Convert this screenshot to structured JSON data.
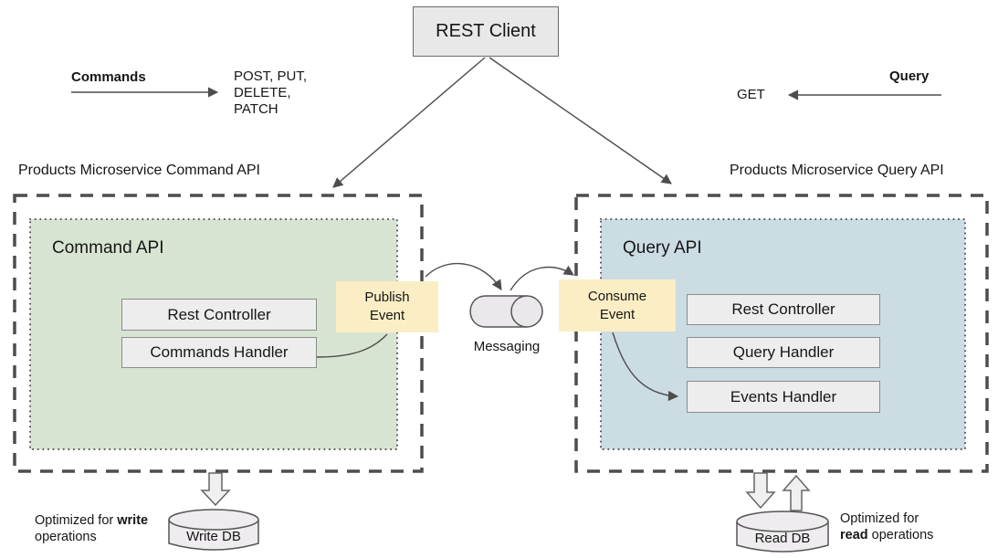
{
  "rest_client": {
    "label": "REST Client"
  },
  "flows": {
    "commands": {
      "label": "Commands",
      "methods": "POST, PUT,\nDELETE,\nPATCH"
    },
    "query": {
      "label": "Query",
      "method": "GET"
    }
  },
  "command_side": {
    "title": "Products Microservice Command API",
    "api_label": "Command API",
    "rest_controller": "Rest Controller",
    "commands_handler": "Commands Handler",
    "publish_event": "Publish\nEvent",
    "db_label": "Write DB",
    "note": {
      "prefix": "Optimized for ",
      "bold": "write",
      "suffix": "\noperations"
    }
  },
  "messaging": {
    "label": "Messaging"
  },
  "query_side": {
    "title": "Products Microservice Query API",
    "api_label": "Query API",
    "consume_event": "Consume\nEvent",
    "rest_controller": "Rest Controller",
    "query_handler": "Query Handler",
    "events_handler": "Events Handler",
    "db_label": "Read DB",
    "note": {
      "prefix": "Optimized for\n",
      "bold": "read",
      "suffix": " operations"
    }
  },
  "colors": {
    "command_fill": "#d7e4d2",
    "query_fill": "#cbdce3",
    "event_fill": "#fbedc4",
    "gray_box_fill": "#ededed",
    "cylinder_fill": "#eae8ea",
    "line": "#4d4d4d"
  }
}
